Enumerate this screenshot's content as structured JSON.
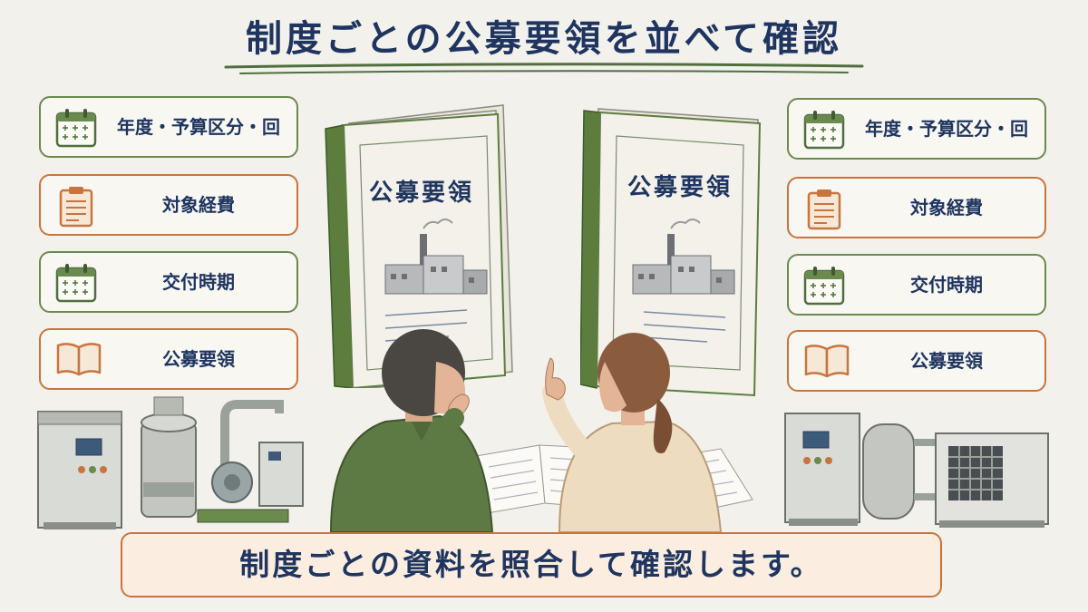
{
  "title": "制度ごとの公募要領を並べて確認",
  "left_cards": [
    {
      "label": "年度・予算区分・回次",
      "icon": "calendar-icon"
    },
    {
      "label": "対象経費",
      "icon": "clipboard-icon"
    },
    {
      "label": "交付時期",
      "icon": "calendar-icon"
    },
    {
      "label": "公募要領",
      "icon": "open-book-icon"
    }
  ],
  "right_cards": [
    {
      "label": "年度・予算区分・回次",
      "icon": "calendar-icon"
    },
    {
      "label": "対象経費",
      "icon": "clipboard-icon"
    },
    {
      "label": "交付時期",
      "icon": "calendar-icon"
    },
    {
      "label": "公募要領",
      "icon": "open-book-icon"
    }
  ],
  "books": [
    {
      "cover_title": "公募要領"
    },
    {
      "cover_title": "公募要領"
    }
  ],
  "caption": "制度ごとの資料を照合して確認します。",
  "colors": {
    "green_accent": "#6b8a4e",
    "orange_accent": "#c9743f",
    "navy_text": "#1f3560",
    "background": "#f3f1ec",
    "caption_fill": "#fbeee0"
  }
}
